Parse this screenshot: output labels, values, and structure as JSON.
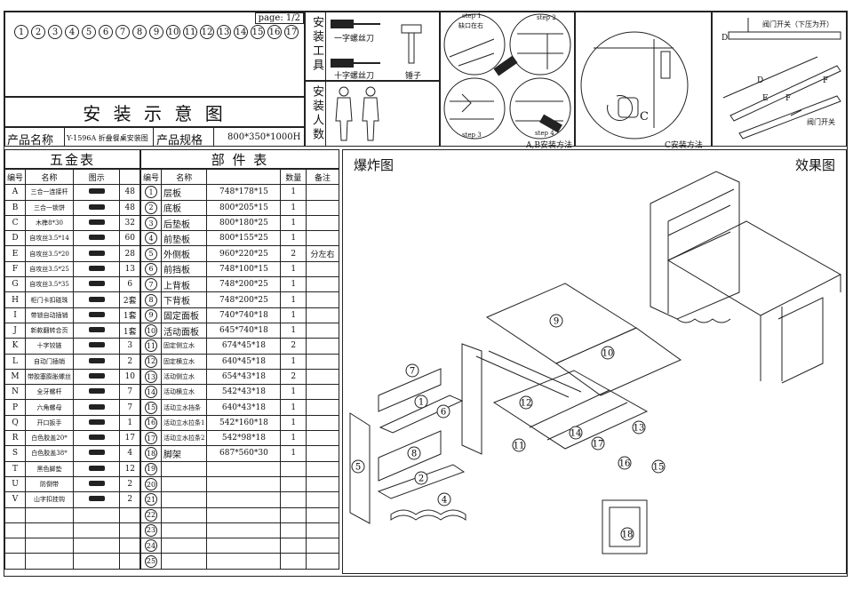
{
  "page_label": "page: 1/2",
  "step_numbers": [
    "1",
    "2",
    "3",
    "4",
    "5",
    "6",
    "7",
    "8",
    "9",
    "10",
    "11",
    "12",
    "13",
    "14",
    "15",
    "16",
    "17"
  ],
  "title": "安 装 示 意 图",
  "product": {
    "name_label": "产品名称",
    "name_value": "Y-1596A 折叠餐桌安装图",
    "spec_label": "产品规格",
    "spec_value": "800*350*1000H"
  },
  "tools": {
    "label": "安装工具",
    "flat_screwdriver": "一字螺丝刀",
    "phillips_screwdriver": "十字螺丝刀",
    "hammer": "锤子"
  },
  "installers_label": "安装人数",
  "steps": {
    "step1": "step 1",
    "step1_note": "缺口在右",
    "step2": "step 2",
    "step3": "step 3",
    "step4": "step 4",
    "ab_caption": "A,B安装方法",
    "c_caption": "C安装方法",
    "c_letter": "C"
  },
  "valve": {
    "top_note": "阀门开关（下压为开）",
    "bottom_note": "阀门开关",
    "d1": "D",
    "d2": "D",
    "e": "E",
    "f1": "F",
    "f2": "F"
  },
  "hardware": {
    "title": "五金表",
    "headers": [
      "编号",
      "名称",
      "图示",
      ""
    ],
    "rows": [
      {
        "code": "A",
        "name": "三合一连接杆",
        "qty": "48"
      },
      {
        "code": "B",
        "name": "三合一锁饼",
        "qty": "48"
      },
      {
        "code": "C",
        "name": "木榫8*30",
        "qty": "32"
      },
      {
        "code": "D",
        "name": "自攻丝3.5*14",
        "qty": "60"
      },
      {
        "code": "E",
        "name": "自攻丝3.5*20",
        "qty": "28"
      },
      {
        "code": "F",
        "name": "自攻丝3.5*25",
        "qty": "13"
      },
      {
        "code": "G",
        "name": "自攻丝3.5*35",
        "qty": "6"
      },
      {
        "code": "H",
        "name": "柜门卡扣碰珠",
        "qty": "2套"
      },
      {
        "code": "I",
        "name": "带锁自动插销",
        "qty": "1套"
      },
      {
        "code": "J",
        "name": "新款翻转合页",
        "qty": "1套"
      },
      {
        "code": "K",
        "name": "十字铰链",
        "qty": "3"
      },
      {
        "code": "L",
        "name": "自动门插销",
        "qty": "2"
      },
      {
        "code": "M",
        "name": "带胶塞膨胀螺丝",
        "qty": "10"
      },
      {
        "code": "N",
        "name": "全牙螺杆",
        "qty": "7"
      },
      {
        "code": "P",
        "name": "六角螺母",
        "qty": "7"
      },
      {
        "code": "Q",
        "name": "开口扳手",
        "qty": "1"
      },
      {
        "code": "R",
        "name": "白色胶盖20*",
        "qty": "17"
      },
      {
        "code": "S",
        "name": "白色胶盖38*",
        "qty": "4"
      },
      {
        "code": "T",
        "name": "黑色脚垫",
        "qty": "12"
      },
      {
        "code": "U",
        "name": "防倒带",
        "qty": "2"
      },
      {
        "code": "V",
        "name": "山字扣挂钩",
        "qty": "2"
      }
    ]
  },
  "parts": {
    "title": "部 件 表",
    "headers": [
      "编号",
      "名称",
      "",
      "数量",
      "备注"
    ],
    "rows": [
      {
        "num": "1",
        "name": "层板",
        "size": "748*178*15",
        "qty": "1",
        "note": ""
      },
      {
        "num": "2",
        "name": "底板",
        "size": "800*205*15",
        "qty": "1",
        "note": ""
      },
      {
        "num": "3",
        "name": "后垫板",
        "size": "800*180*25",
        "qty": "1",
        "note": ""
      },
      {
        "num": "4",
        "name": "前垫板",
        "size": "800*155*25",
        "qty": "1",
        "note": ""
      },
      {
        "num": "5",
        "name": "外侧板",
        "size": "960*220*25",
        "qty": "2",
        "note": "分左右"
      },
      {
        "num": "6",
        "name": "前挡板",
        "size": "748*100*15",
        "qty": "1",
        "note": ""
      },
      {
        "num": "7",
        "name": "上背板",
        "size": "748*200*25",
        "qty": "1",
        "note": ""
      },
      {
        "num": "8",
        "name": "下背板",
        "size": "748*200*25",
        "qty": "1",
        "note": ""
      },
      {
        "num": "9",
        "name": "固定面板",
        "size": "740*740*18",
        "qty": "1",
        "note": ""
      },
      {
        "num": "10",
        "name": "活动面板",
        "size": "645*740*18",
        "qty": "1",
        "note": ""
      },
      {
        "num": "11",
        "name": "固定侧立水",
        "size": "674*45*18",
        "qty": "2",
        "note": ""
      },
      {
        "num": "12",
        "name": "固定横立水",
        "size": "640*45*18",
        "qty": "1",
        "note": ""
      },
      {
        "num": "13",
        "name": "活动侧立水",
        "size": "654*43*18",
        "qty": "2",
        "note": ""
      },
      {
        "num": "14",
        "name": "活动横立水",
        "size": "542*43*18",
        "qty": "1",
        "note": ""
      },
      {
        "num": "15",
        "name": "活动立水挡条",
        "size": "640*43*18",
        "qty": "1",
        "note": ""
      },
      {
        "num": "16",
        "name": "活动立水拉条1",
        "size": "542*160*18",
        "qty": "1",
        "note": ""
      },
      {
        "num": "17",
        "name": "活动立水拉条2",
        "size": "542*98*18",
        "qty": "1",
        "note": ""
      },
      {
        "num": "18",
        "name": "脚架",
        "size": "687*560*30",
        "qty": "1",
        "note": ""
      },
      {
        "num": "19",
        "name": "",
        "size": "",
        "qty": "",
        "note": ""
      },
      {
        "num": "20",
        "name": "",
        "size": "",
        "qty": "",
        "note": ""
      },
      {
        "num": "21",
        "name": "",
        "size": "",
        "qty": "",
        "note": ""
      },
      {
        "num": "22",
        "name": "",
        "size": "",
        "qty": "",
        "note": ""
      },
      {
        "num": "23",
        "name": "",
        "size": "",
        "qty": "",
        "note": ""
      },
      {
        "num": "24",
        "name": "",
        "size": "",
        "qty": "",
        "note": ""
      },
      {
        "num": "25",
        "name": "",
        "size": "",
        "qty": "",
        "note": ""
      }
    ]
  },
  "exploded_label": "爆炸图",
  "effect_label": "效果图"
}
